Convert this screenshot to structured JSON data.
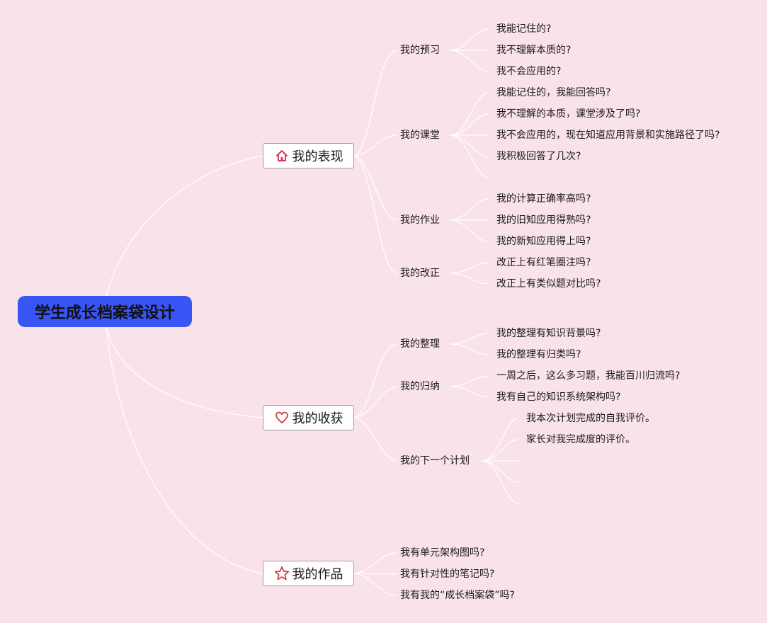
{
  "root": {
    "label": "学生成长档案袋设计"
  },
  "branches": [
    {
      "label": "我的表现",
      "icon": "house-icon",
      "children": [
        {
          "label": "我的预习",
          "children": [
            "我能记住的?",
            "我不理解本质的?",
            "我不会应用的?"
          ]
        },
        {
          "label": "我的课堂",
          "children": [
            "我能记住的，我能回答吗?",
            "我不理解的本质，课堂涉及了吗?",
            "我不会应用的，现在知道应用背景和实施路径了吗?",
            "我积极回答了几次?"
          ]
        },
        {
          "label": "我的作业",
          "children": [
            "我的计算正确率高吗?",
            "我的旧知应用得熟吗?",
            "我的新知应用得上吗?"
          ]
        },
        {
          "label": "我的改正",
          "children": [
            "改正上有红笔圈注吗?",
            "改正上有类似题对比吗?"
          ]
        }
      ]
    },
    {
      "label": "我的收获",
      "icon": "heart-icon",
      "children": [
        {
          "label": "我的整理",
          "children": [
            "我的整理有知识背景吗?",
            "我的整理有归类吗?"
          ]
        },
        {
          "label": "我的归纳",
          "children": [
            "一周之后，这么多习题，我能百川归流吗?",
            "我有自己的知识系统架构吗?"
          ]
        },
        {
          "label": "我的下一个计划",
          "children": [
            "我本次计划完成的自我评价。",
            "家长对我完成度的评价。"
          ]
        }
      ]
    },
    {
      "label": "我的作品",
      "icon": "star-icon",
      "children": [
        {
          "label": "我有单元架构图吗?"
        },
        {
          "label": "我有针对性的笔记吗?"
        },
        {
          "label": "我有我的“成长档案袋”吗?"
        }
      ]
    }
  ],
  "colors": {
    "background": "#fae2ea",
    "root_fill": "#3a55f5",
    "connector": "#ffffff",
    "icon_house": "#d23a5a",
    "icon_heart": "#d23a3a",
    "icon_star": "#d23a3a"
  }
}
